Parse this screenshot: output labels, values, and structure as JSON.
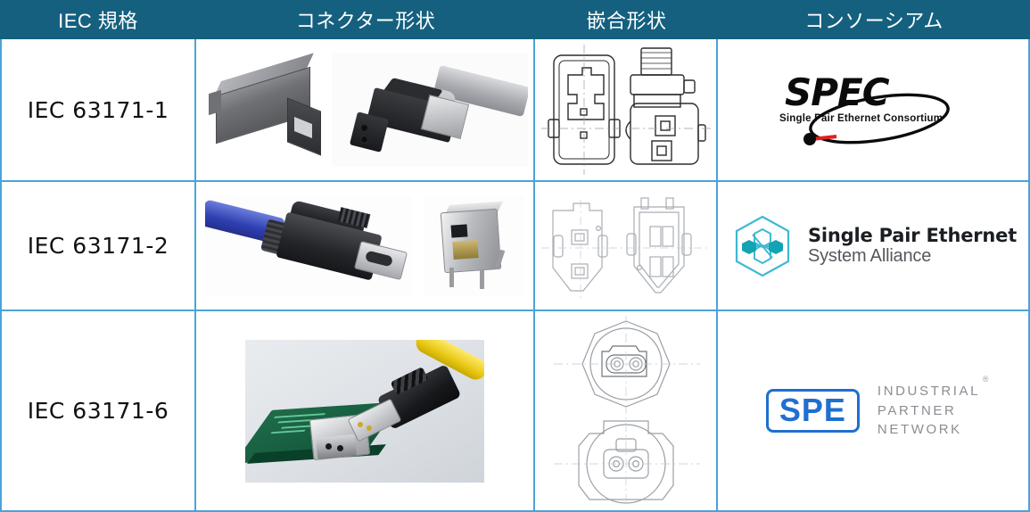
{
  "table": {
    "headers": [
      {
        "label": "IEC 規格",
        "name": "header-iec-standard"
      },
      {
        "label": "コネクター形状",
        "name": "header-connector-shape"
      },
      {
        "label": "嵌合形状",
        "name": "header-mating-shape"
      },
      {
        "label": "コンソーシアム",
        "name": "header-consortium"
      }
    ],
    "header_bg": "#15607f",
    "header_text_color": "#ffffff",
    "border_color": "#4ba3da",
    "rows": [
      {
        "standard": "IEC 63171-1",
        "connector_photos": [
          "connector-shell-3d-render",
          "gray-plug-with-cable-photo"
        ],
        "mating_drawings": [
          "mating-face-outline-left",
          "mating-face-outline-right"
        ],
        "consortium": {
          "id": "spec",
          "wordmark": "SPEC",
          "tagline": "Single Pair Ethernet Consortium",
          "swoosh_dot_color": "#0b0b0b",
          "swoosh_tail_color": "#e02020"
        }
      },
      {
        "standard": "IEC 63171-2",
        "connector_photos": [
          "blue-cable-black-plug-photo",
          "metal-pcb-jack-photo"
        ],
        "mating_drawings": [
          "mating-face-outline-left",
          "mating-face-outline-right"
        ],
        "consortium": {
          "id": "spe-system-alliance",
          "line1": "Single Pair Ethernet",
          "line2": "System Alliance",
          "icon": "hexagon-network-icon",
          "icon_color": "#1aa9bf",
          "line1_color": "#1b1e23",
          "line2_color": "#55585d"
        }
      },
      {
        "standard": "IEC 63171-6",
        "connector_photos": [
          "pcb-jack-and-yellow-cable-plug-photo"
        ],
        "mating_drawings": [
          "circular-mating-face-top",
          "circular-mating-face-bottom"
        ],
        "consortium": {
          "id": "spe-industrial-partner-network",
          "badge": "SPE",
          "line1": "INDUSTRIAL",
          "line2": "PARTNER",
          "line3": "NETWORK",
          "registered_mark": "®",
          "badge_color": "#1f6fd0",
          "text_color": "#8a8d92"
        }
      }
    ]
  }
}
